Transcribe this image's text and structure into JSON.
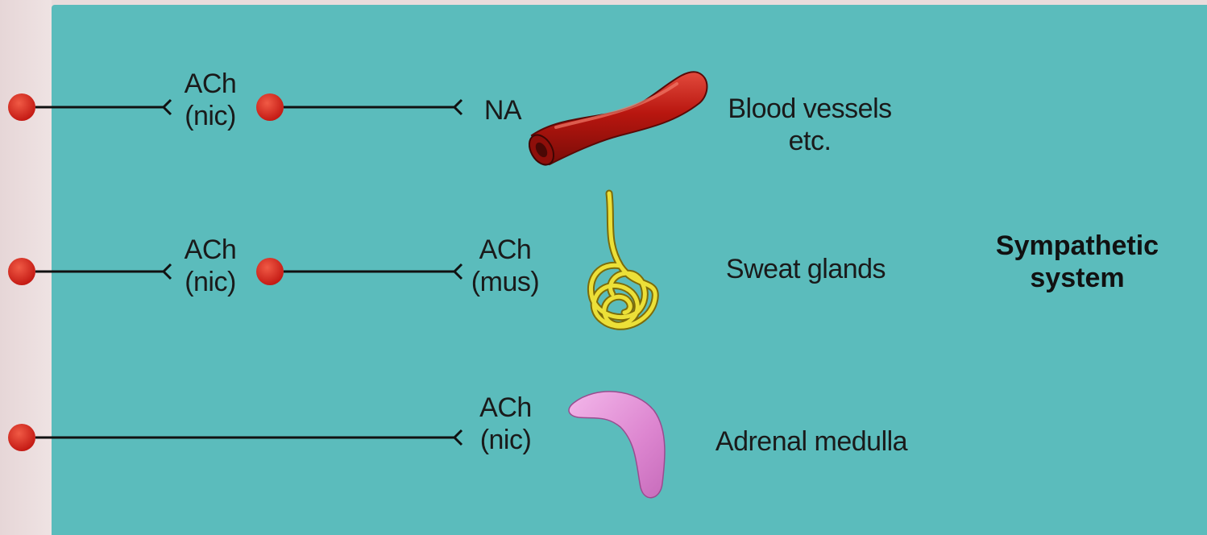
{
  "system": {
    "line1": "Sympathetic",
    "line2": "system"
  },
  "rows": [
    {
      "preganglionic": {
        "line1": "ACh",
        "line2": "(nic)"
      },
      "postganglionic": {
        "line1": "NA",
        "line2": ""
      },
      "organ": {
        "line1": "Blood vessels",
        "line2": "etc.",
        "icon": "blood-vessel-icon"
      }
    },
    {
      "preganglionic": {
        "line1": "ACh",
        "line2": "(nic)"
      },
      "postganglionic": {
        "line1": "ACh",
        "line2": "(mus)"
      },
      "organ": {
        "line1": "Sweat glands",
        "line2": "",
        "icon": "sweat-gland-icon"
      }
    },
    {
      "preganglionic": null,
      "postganglionic": {
        "line1": "ACh",
        "line2": "(nic)"
      },
      "organ": {
        "line1": "Adrenal medulla",
        "line2": "",
        "icon": "adrenal-medulla-icon"
      }
    }
  ],
  "colors": {
    "background": "#5bbcbc",
    "neuron_body": "#d0211c",
    "blood_vessel": "#b81a14",
    "sweat_gland": "#e4d42a",
    "adrenal_medulla": "#e08fd3"
  }
}
